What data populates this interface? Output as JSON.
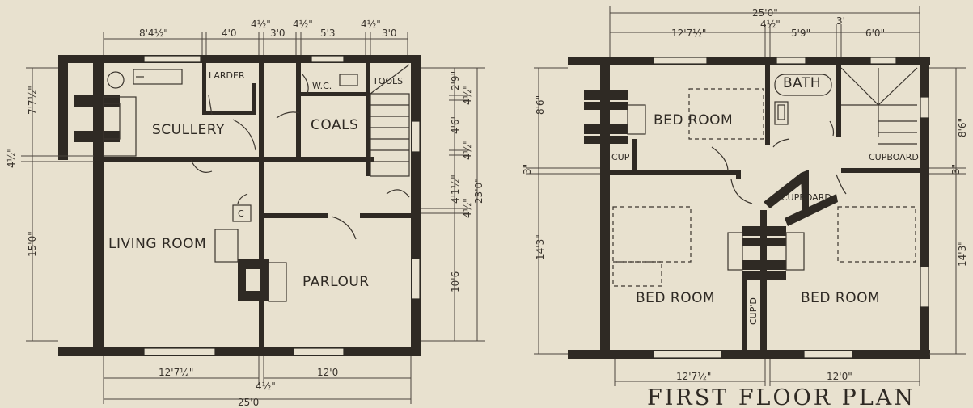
{
  "ground_floor": {
    "rooms": {
      "scullery": "SCULLERY",
      "larder": "LARDER",
      "wc": "W.C.",
      "coals": "COALS",
      "tools": "TOOLS",
      "living_room": "LIVING ROOM",
      "parlour": "PARLOUR",
      "c": "C"
    },
    "dimensions": {
      "top_1": "8'4½\"",
      "top_2": "4'0",
      "top_3": "4½\"",
      "top_4": "3'0",
      "top_5": "4½\"",
      "top_6": "5'3",
      "top_7": "4½\"",
      "top_8": "3'0",
      "left_1": "7'7½\"",
      "left_2": "4½\"",
      "left_3": "15'0\"",
      "right_1": "2'9\"",
      "right_2": "4½\"",
      "right_3": "4'6\"",
      "right_4": "4½\"",
      "right_5": "4'1½\"",
      "right_6": "4½\"",
      "right_7": "10'6",
      "right_total": "23'0\"",
      "bottom_1": "12'7½\"",
      "bottom_2": "4½\"",
      "bottom_3": "12'0",
      "bottom_total": "25'0"
    }
  },
  "first_floor": {
    "title": "FIRST FLOOR PLAN",
    "rooms": {
      "bath": "BATH",
      "bed_1": "BED ROOM",
      "bed_2": "BED ROOM",
      "bed_3": "BED ROOM",
      "cup": "CUP",
      "cupboard_1": "CUPBOARD",
      "cupboard_2": "CUPBOARD",
      "cupd": "CUP'D"
    },
    "dimensions": {
      "top_total": "25'0\"",
      "top_1": "12'7½\"",
      "top_2": "4½\"",
      "top_3": "5'9\"",
      "top_4": "3'",
      "top_5": "6'0\"",
      "left_1": "8'6\"",
      "left_2": "3\"",
      "left_3": "14'3\"",
      "right_1": "8'6\"",
      "right_2": "3\"",
      "right_3": "14'3\"",
      "bottom_1": "12'7½\"",
      "bottom_2": "12'0\""
    }
  }
}
